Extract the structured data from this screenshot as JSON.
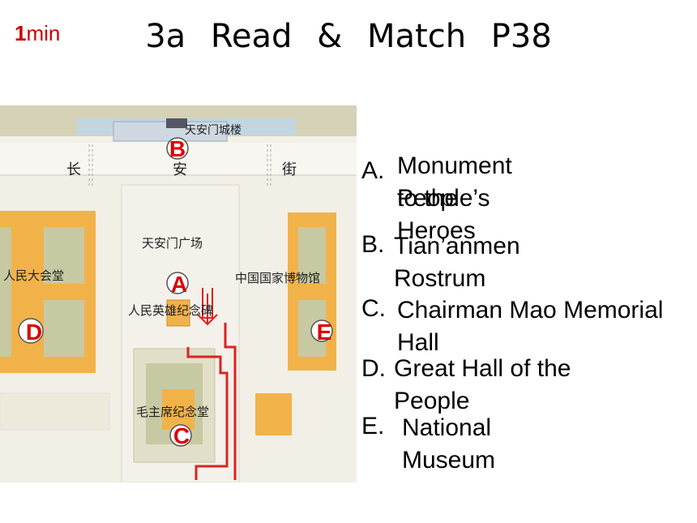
{
  "timer": {
    "number": "1",
    "unit": "min"
  },
  "title": "3a   Read & Match   P38",
  "map": {
    "labels": {
      "gate": "天安门城楼",
      "street_1": "长",
      "street_2": "安",
      "street_3": "街",
      "square": "天安门广场",
      "hall": "人民大会堂",
      "museum": "中国国家博物馆",
      "monument": "人民英雄纪念碑",
      "memorial": "毛主席纪念堂"
    },
    "markers": {
      "a": "A",
      "b": "B",
      "c": "C",
      "d": "D",
      "e": "E"
    }
  },
  "options": [
    {
      "letter": "A.",
      "line1": "Monument to the",
      "line2": "People’s Heroes"
    },
    {
      "letter": "B.",
      "line1": "Tian’anmen Rostrum"
    },
    {
      "letter": "C.",
      "line1": "Chairman Mao Memorial",
      "line2": "Hall"
    },
    {
      "letter": "D.",
      "line1": "Great Hall of the",
      "line2": "People"
    },
    {
      "letter": "E.",
      "line1": "National",
      "line2": "Museum"
    }
  ]
}
